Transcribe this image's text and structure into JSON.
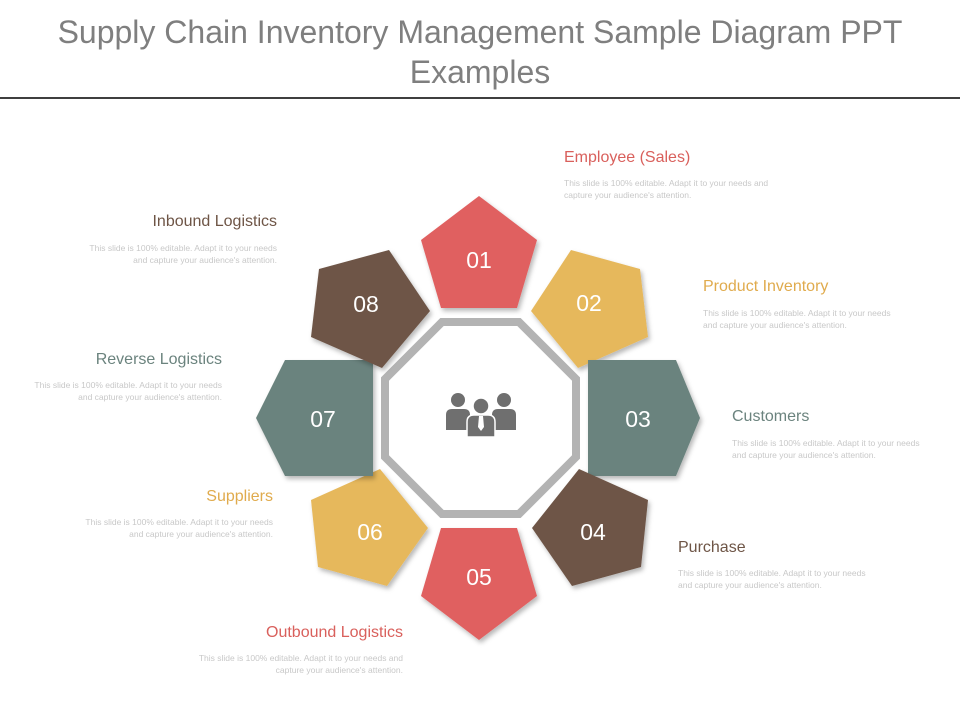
{
  "title": "Supply Chain Inventory Management Sample Diagram PPT Examples",
  "colors": {
    "red": "#e06060",
    "yellow": "#e6b85c",
    "teal": "#6b837e",
    "brown": "#6e5546",
    "octagon": "#b3b3b3",
    "icon": "#6f6f6f"
  },
  "center_icon": "people-group-icon",
  "items": [
    {
      "number": "01",
      "label": "Employee (Sales)",
      "color": "red",
      "desc": "This slide is 100% editable. Adapt it to your needs and capture your audience's attention."
    },
    {
      "number": "02",
      "label": "Product Inventory",
      "color": "yellow",
      "desc": "This slide is 100% editable. Adapt it to your needs and capture your audience's attention."
    },
    {
      "number": "03",
      "label": "Customers",
      "color": "teal",
      "desc": "This slide is 100% editable. Adapt it to your needs and capture your audience's attention."
    },
    {
      "number": "04",
      "label": "Purchase",
      "color": "brown",
      "desc": "This slide is 100% editable. Adapt it to your needs and capture your audience's attention."
    },
    {
      "number": "05",
      "label": "Outbound Logistics",
      "color": "red",
      "desc": "This slide is 100% editable. Adapt it to your needs and capture your audience's attention."
    },
    {
      "number": "06",
      "label": "Suppliers",
      "color": "yellow",
      "desc": "This slide is 100% editable. Adapt it to your needs and capture your audience's attention."
    },
    {
      "number": "07",
      "label": "Reverse Logistics",
      "color": "teal",
      "desc": "This slide is 100% editable. Adapt it to your needs and capture your audience's attention."
    },
    {
      "number": "08",
      "label": "Inbound Logistics",
      "color": "brown",
      "desc": "This slide is 100% editable. Adapt it to your needs and capture your audience's attention."
    }
  ]
}
